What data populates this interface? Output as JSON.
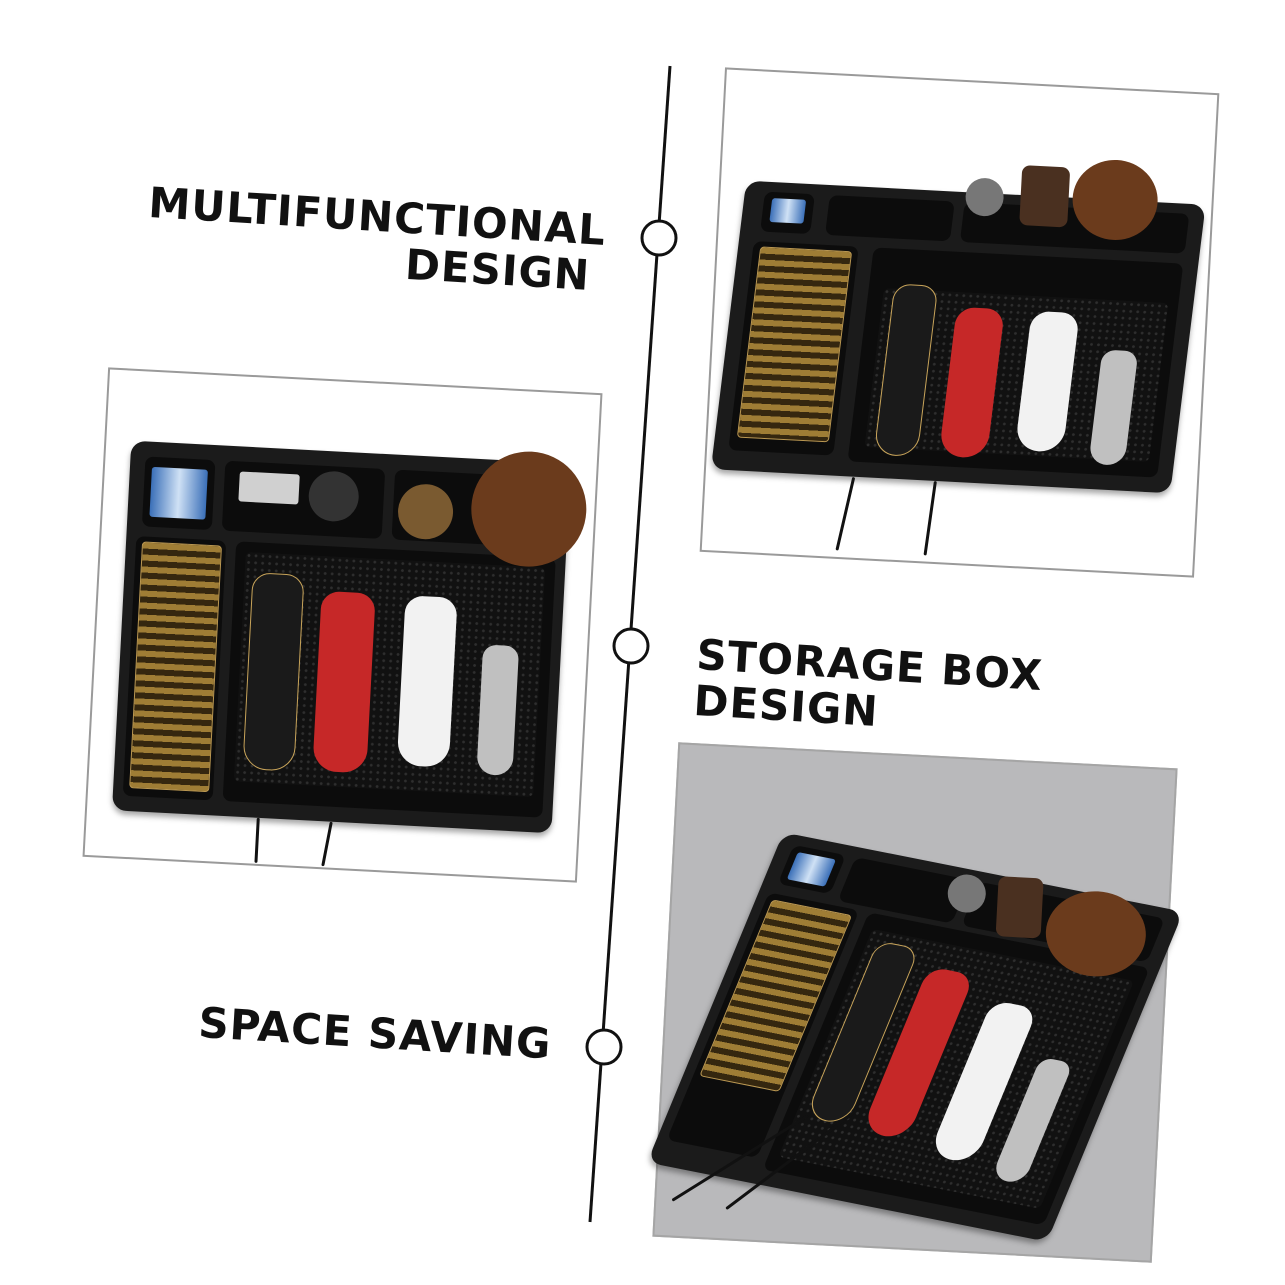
{
  "features": [
    {
      "id": "multifunctional",
      "lines": [
        "MULTIFUNCTIONAL",
        "DESIGN"
      ]
    },
    {
      "id": "storage-box",
      "lines": [
        "STORAGE BOX",
        "DESIGN"
      ]
    },
    {
      "id": "space-saving",
      "lines": [
        "SPACE SAVING"
      ]
    }
  ],
  "colors": {
    "text": "#111111",
    "tray": "#1b1b1b",
    "clipper_red": "#c62828",
    "clipper_white": "#f2f2f2",
    "clipper_black": "#1a1a1a",
    "clipper_silver": "#c0c0c0",
    "brush_brown": "#6b3b1c",
    "guide_gold": "#b08a3a",
    "photo_bg_gray": "#b9b9bb"
  },
  "photos": [
    {
      "id": "top-right",
      "description": "Black barber tray with clippers, brushes and guards (angled view)"
    },
    {
      "id": "middle-left",
      "description": "Black barber tray top view with four clippers"
    },
    {
      "id": "bottom-right",
      "description": "Black barber tray on gray surface with clippers and brushes"
    }
  ]
}
